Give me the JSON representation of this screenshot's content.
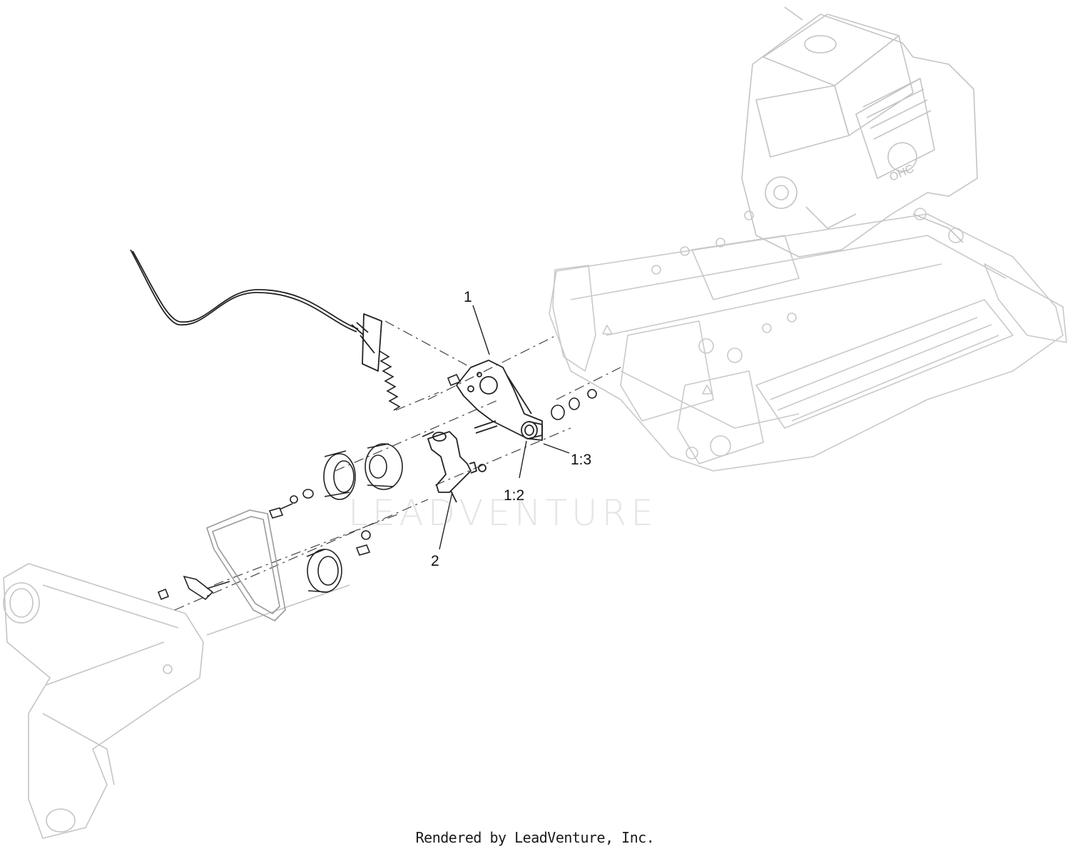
{
  "callouts": {
    "c1": "1",
    "c2": "2",
    "c12": "1:2",
    "c13": "1:3"
  },
  "engine": {
    "badge": "OHC"
  },
  "watermark": {
    "text": "LEADVENTURE"
  },
  "footer": {
    "text": "Rendered by LeadVenture, Inc."
  },
  "colors": {
    "line_light": "#c8c8c8",
    "line_dark": "#222222",
    "text": "#111111"
  }
}
